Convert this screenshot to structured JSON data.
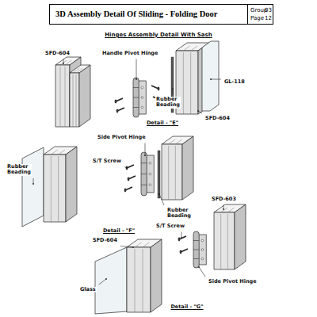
{
  "diagram": {
    "nodes": [
      {
        "text": [
          "3D Assembly Detail Of Sliding - Folding Door",
          "Group",
          "Page",
          "03",
          "12"
        ]
      }
    ],
    "labels": [
      "Hinges Assembly Detail With Sash",
      "SFD-604",
      "Handle Pivot Hinge",
      "GL-118",
      "SFD-604",
      "Rubber Beading",
      "Detail - \"E\"",
      "Side Pivot Hinge",
      "S/T Screw",
      "Rubber Beading",
      "Rubber Beading",
      "Detail - \"F\"",
      "SFD-603",
      "S/T Screw",
      "SFD-604",
      "Glass",
      "Side Pivot Hinge",
      "Detail - \"G\""
    ]
  }
}
